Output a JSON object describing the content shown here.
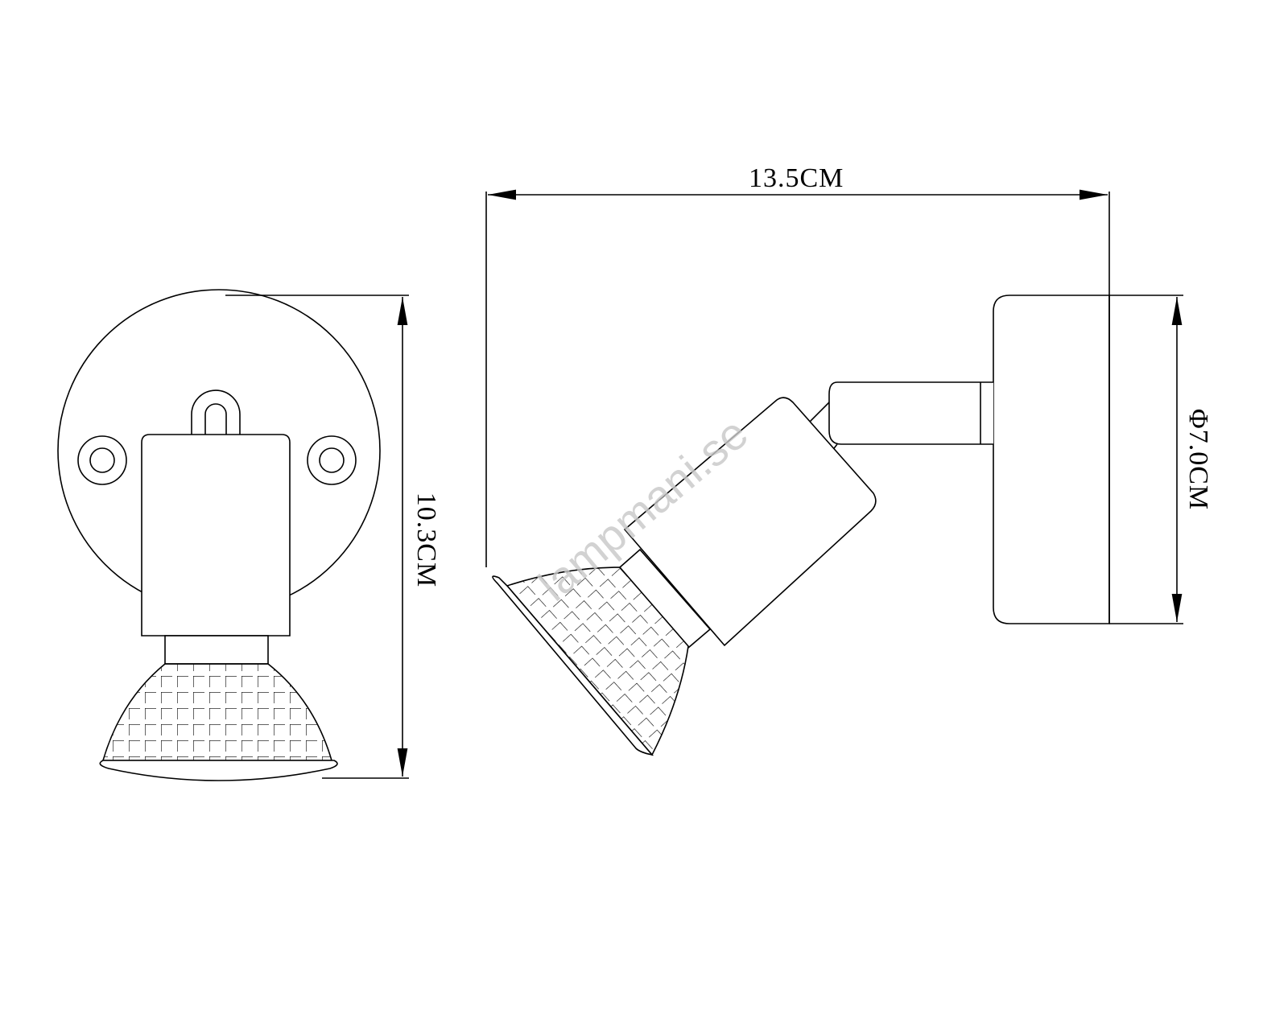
{
  "dimensions": {
    "height": "10.3CM",
    "length": "13.5CM",
    "base_diameter": "Φ7.0CM"
  },
  "watermark": "lampmani.se",
  "colors": {
    "line": "#000000",
    "background": "#ffffff",
    "watermark": "#c8c8c8"
  }
}
